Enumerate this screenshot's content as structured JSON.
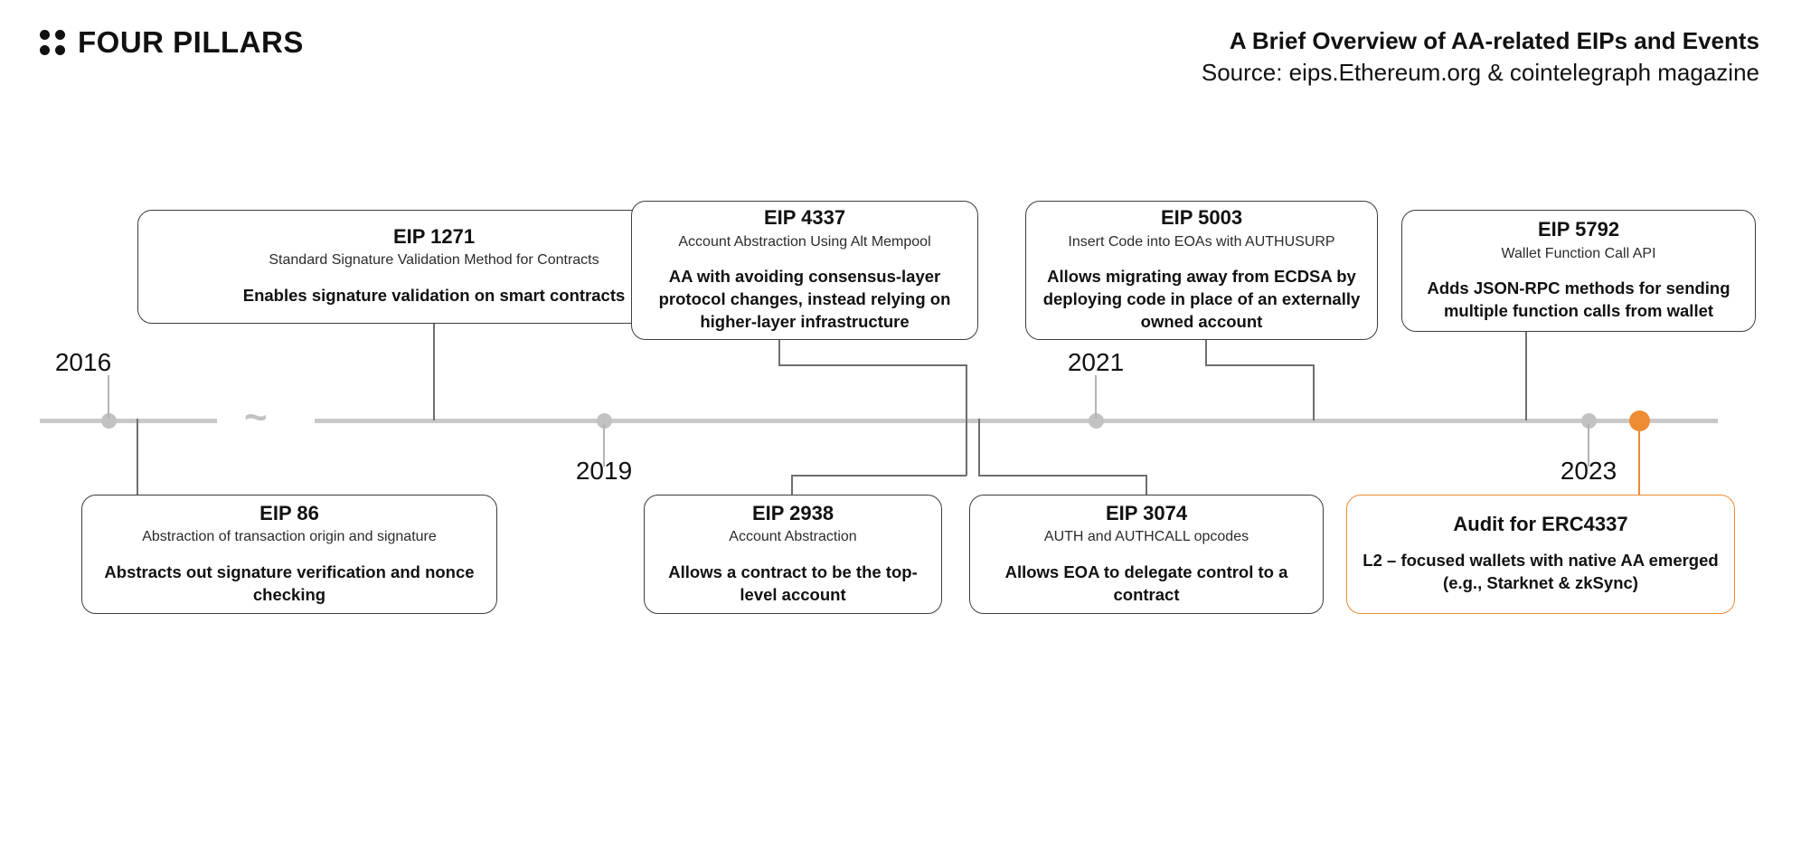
{
  "brand": {
    "name": "FOUR PILLARS",
    "logo_icon": "four-dots-icon"
  },
  "header": {
    "title": "A Brief Overview of AA-related EIPs and Events",
    "source": "Source: eips.Ethereum.org & cointelegraph magazine"
  },
  "colors": {
    "accent": "#ef8b33",
    "axis": "#c9c9c9",
    "marker": "#c2c2c2",
    "card_border": "#3d3d3d",
    "text": "#111111"
  },
  "timeline": {
    "break_symbol": "~",
    "years": [
      {
        "label": "2016",
        "position": "above",
        "accent": false
      },
      {
        "label": "2019",
        "position": "below",
        "accent": false
      },
      {
        "label": "2021",
        "position": "above",
        "accent": false
      },
      {
        "label": "2023",
        "position": "below",
        "accent": false
      }
    ]
  },
  "cards": {
    "eip1271": {
      "title": "EIP 1271",
      "subtitle": "Standard Signature Validation Method for Contracts",
      "description": "Enables signature validation on smart contracts",
      "row": "above",
      "accent": false
    },
    "eip4337": {
      "title": "EIP 4337",
      "subtitle": "Account Abstraction Using Alt Mempool",
      "description": "AA with avoiding consensus-layer protocol changes, instead relying on higher-layer infrastructure",
      "row": "above",
      "accent": false
    },
    "eip5003": {
      "title": "EIP 5003",
      "subtitle": "Insert Code into EOAs with AUTHUSURP",
      "description": "Allows migrating away from ECDSA by deploying code in place of an externally owned account",
      "row": "above",
      "accent": false
    },
    "eip5792": {
      "title": "EIP 5792",
      "subtitle": "Wallet Function Call API",
      "description": "Adds JSON-RPC methods for sending multiple function calls from wallet",
      "row": "above",
      "accent": false
    },
    "eip86": {
      "title": "EIP 86",
      "subtitle": "Abstraction of transaction origin and signature",
      "description": "Abstracts out signature verification and nonce checking",
      "row": "below",
      "accent": false
    },
    "eip2938": {
      "title": "EIP 2938",
      "subtitle": "Account Abstraction",
      "description": "Allows a contract to be the top-level account",
      "row": "below",
      "accent": false
    },
    "eip3074": {
      "title": "EIP 3074",
      "subtitle": "AUTH and AUTHCALL opcodes",
      "description": "Allows EOA to delegate control to a contract",
      "row": "below",
      "accent": false
    },
    "audit4337": {
      "title": "Audit for ERC4337",
      "subtitle": "",
      "description": "L2 – focused wallets with native AA emerged (e.g., Starknet & zkSync)",
      "row": "below",
      "accent": true
    }
  }
}
